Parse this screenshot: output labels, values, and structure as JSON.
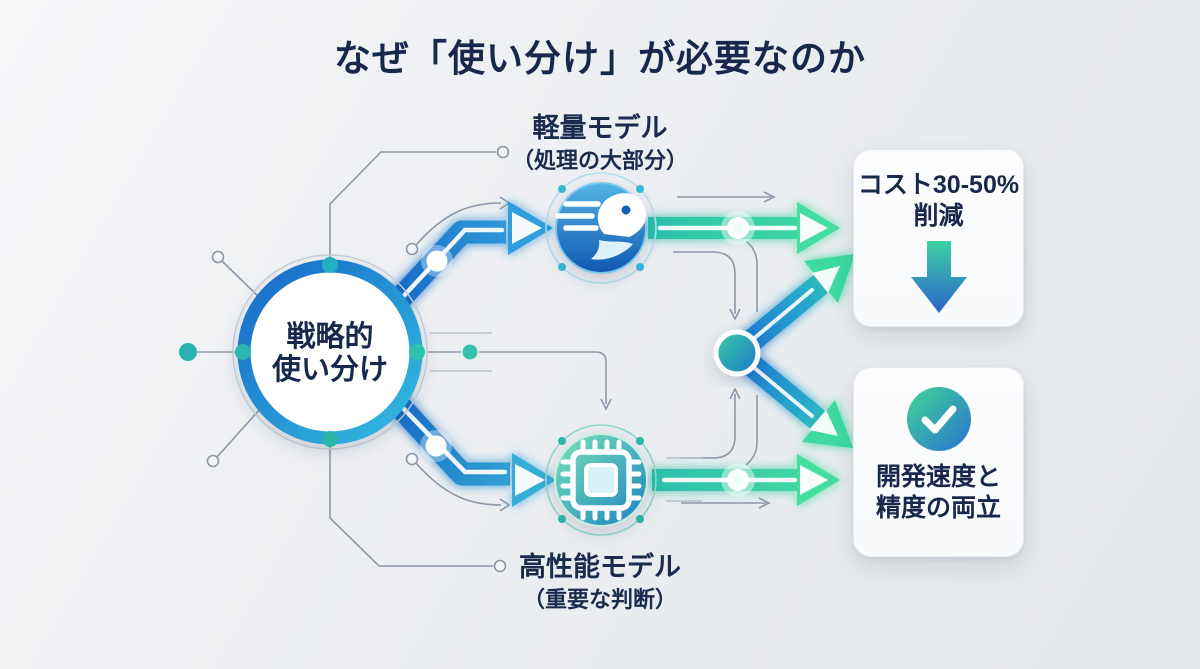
{
  "title": "なぜ「使い分け」が必要なのか",
  "hub": {
    "line1": "戦略的",
    "line2": "使い分け",
    "icon": "hub-circuit-node"
  },
  "light_model": {
    "title": "軽量モデル",
    "subtitle": "（処理の大部分）",
    "icon": "speed-comet-icon"
  },
  "high_model": {
    "title": "高性能モデル",
    "subtitle": "（重要な判断）",
    "icon": "cpu-chip-icon"
  },
  "outcomes": {
    "cost": {
      "line1": "コスト30-50%",
      "line2": "削減",
      "icon": "down-arrow-icon"
    },
    "balance": {
      "line1": "開発速度と",
      "line2": "精度の両立",
      "icon": "check-circle-icon"
    }
  },
  "colors": {
    "text_navy": "#18284c",
    "deep_blue": "#1464c4",
    "cyan": "#36a8de",
    "teal": "#2abfae",
    "green": "#45dd9e",
    "background": "#eceef1",
    "card_bg": "#fafbfc"
  }
}
